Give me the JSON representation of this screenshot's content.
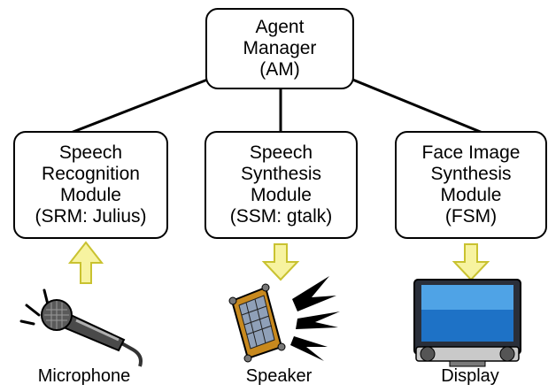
{
  "agent_manager": {
    "lines": [
      "Agent",
      "Manager",
      "(AM)"
    ]
  },
  "modules": [
    {
      "id": "srm",
      "lines": [
        "Speech",
        "Recognition",
        "Module",
        "(SRM: Julius)"
      ]
    },
    {
      "id": "ssm",
      "lines": [
        "Speech",
        "Synthesis",
        "Module",
        "(SSM: gtalk)"
      ]
    },
    {
      "id": "fsm",
      "lines": [
        "Face Image",
        "Synthesis",
        "Module",
        "(FSM)"
      ]
    }
  ],
  "devices": [
    {
      "id": "microphone",
      "label": "Microphone",
      "icon": "microphone-icon",
      "arrow": "up"
    },
    {
      "id": "speaker",
      "label": "Speaker",
      "icon": "speaker-icon",
      "arrow": "down"
    },
    {
      "id": "display",
      "label": "Display",
      "icon": "display-icon",
      "arrow": "down"
    }
  ],
  "colors": {
    "arrow_fill": "#f7f3a0",
    "arrow_stroke": "#c9c230",
    "line": "#000000"
  }
}
